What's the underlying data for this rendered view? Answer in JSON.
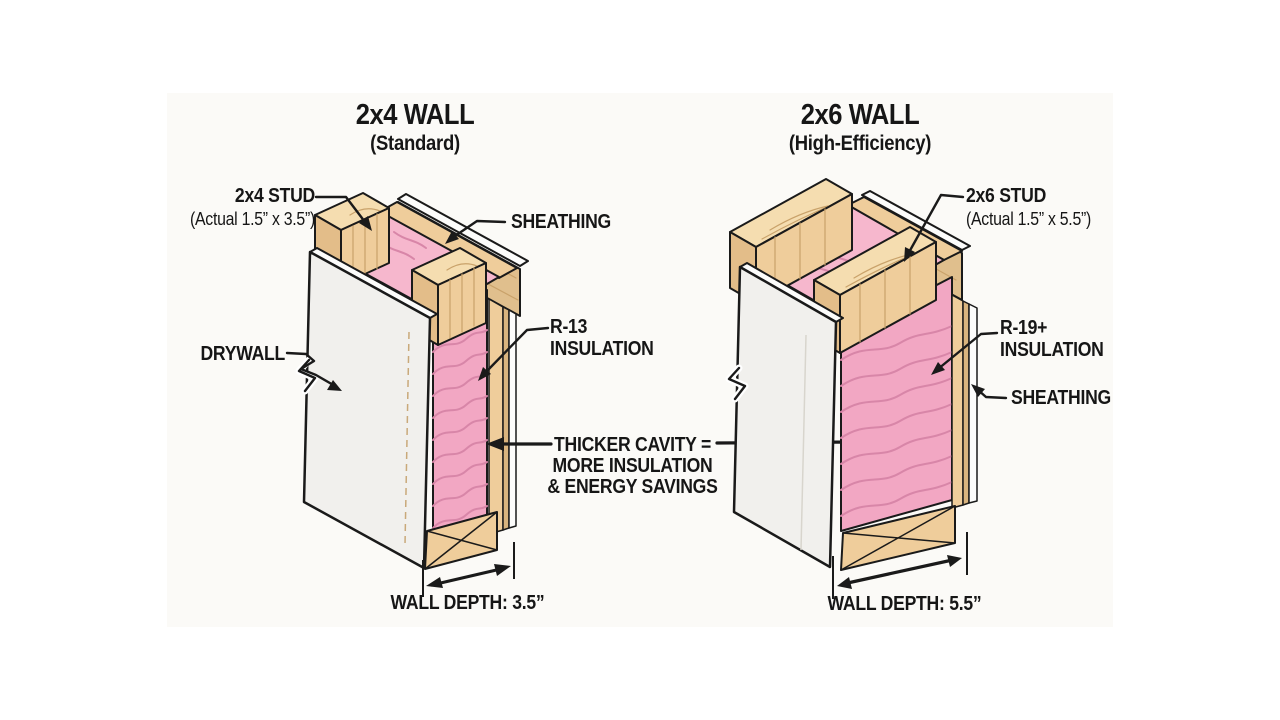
{
  "colors": {
    "background": "#ffffff",
    "backdrop": "#fbfaf7",
    "outline": "#1a1a1a",
    "text": "#161616",
    "insulation_pink": "#f2a7c3",
    "insulation_pink_top": "#f6b7cd",
    "insulation_squiggle": "#d886a8",
    "wood_face": "#efcd9b",
    "wood_end": "#f5ddb0",
    "wood_side": "#e3bd89",
    "wood_grain": "#c9a26a",
    "sheathing_band": "#e0bf8d",
    "sheathing_edge": "#d9b47e",
    "drywall_face": "#f1f0ed",
    "drywall_edge": "#fcfcfb"
  },
  "left_wall": {
    "title": "2x4 WALL",
    "subtitle": "(Standard)",
    "stud_label": "2x4 STUD",
    "stud_detail": "(Actual 1.5” x 3.5”)",
    "sheathing_label": "SHEATHING",
    "drywall_label": "DRYWALL",
    "insulation_label_1": "R-13",
    "insulation_label_2": "INSULATION",
    "depth_label": "WALL DEPTH: 3.5”"
  },
  "right_wall": {
    "title": "2x6 WALL",
    "subtitle": "(High-Efficiency)",
    "stud_label": "2x6 STUD",
    "stud_detail": "(Actual 1.5” x 5.5”)",
    "insulation_label_1": "R-19+",
    "insulation_label_2": "INSULATION",
    "sheathing_label": "SHEATHING",
    "depth_label": "WALL DEPTH: 5.5”"
  },
  "center_note": {
    "line_1": "THICKER CAVITY =",
    "line_2": "MORE INSULATION",
    "line_3": "& ENERGY SAVINGS"
  }
}
